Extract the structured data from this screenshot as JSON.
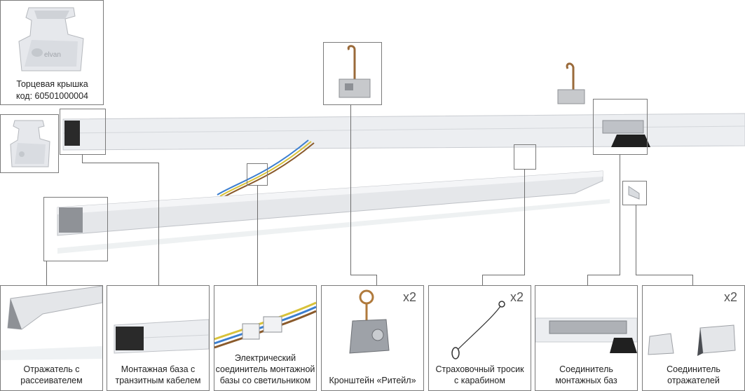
{
  "end_cap": {
    "name": "Торцевая крышка",
    "code": "код: 60501000004"
  },
  "panels": [
    {
      "id": "reflector",
      "label_line1": "Отражатель с",
      "label_line2": "рассеивателем",
      "label_line3": "",
      "qty": ""
    },
    {
      "id": "mounting-base",
      "label_line1": "Монтажная база с",
      "label_line2": "транзитным кабелем",
      "label_line3": "",
      "qty": ""
    },
    {
      "id": "connector",
      "label_line1": "Электрический",
      "label_line2": "соединитель монтажной",
      "label_line3": "базы со светильником",
      "qty": ""
    },
    {
      "id": "bracket",
      "label_line1": "Кронштейн «Ритейл»",
      "label_line2": "",
      "label_line3": "",
      "qty": "x2"
    },
    {
      "id": "safety-cable",
      "label_line1": "Страховочный тросик",
      "label_line2": "с карабином",
      "label_line3": "",
      "qty": "x2"
    },
    {
      "id": "base-joiner",
      "label_line1": "Соединитель",
      "label_line2": "монтажных баз",
      "label_line3": "",
      "qty": ""
    },
    {
      "id": "reflector-joiner",
      "label_line1": "Соединитель",
      "label_line2": "отражателей",
      "label_line3": "",
      "qty": "x2"
    }
  ],
  "colors": {
    "frame": "#7a7a7a",
    "profile": "#e9ebee",
    "profile_dark": "#b9bcc2",
    "shadow": "#202020",
    "wire_blue": "#3c7fd0",
    "wire_brown": "#8a5a2b",
    "wire_yellow": "#d8c23a"
  }
}
